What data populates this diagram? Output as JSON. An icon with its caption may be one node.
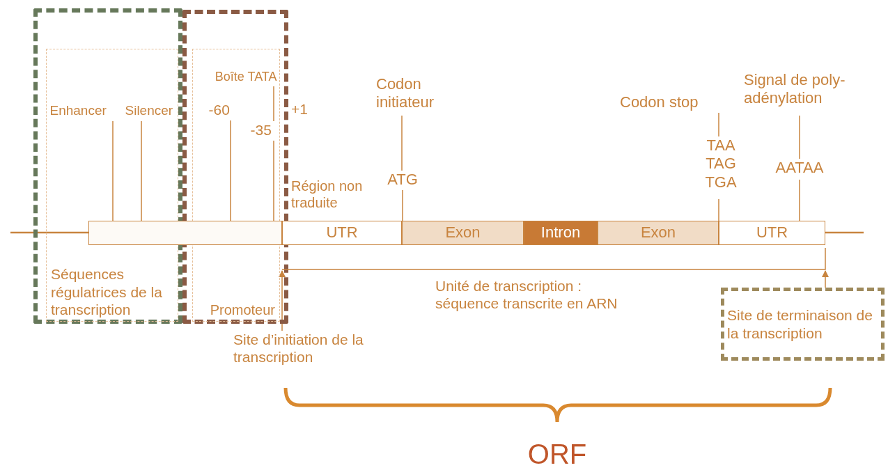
{
  "diagram": {
    "nodes": [
      {
        "text": [],
        "shape": "box"
      },
      {
        "text": [
          "Séquences régulatrices de la transcription"
        ],
        "in": 0
      },
      {
        "text": [
          "Enhancer"
        ],
        "in": 1
      },
      {
        "text": [
          "Silencer"
        ],
        "in": 1
      },
      {
        "text": [],
        "shape": "box"
      },
      {
        "text": [
          "Promoteur"
        ],
        "in": 4
      },
      {
        "text": [
          "-60"
        ],
        "in": 5
      },
      {
        "text": [
          "Boîte TATA"
        ],
        "in": 5
      },
      {
        "text": [
          "-35"
        ],
        "in": 5
      },
      {
        "text": [
          "Codon initiateur"
        ]
      },
      {
        "text": [
          "ATG"
        ]
      },
      {
        "text": [
          "Codon stop"
        ]
      },
      {
        "text": [
          "TAA TAG TGA"
        ]
      },
      {
        "text": [
          "Signal de poly-adénylation"
        ]
      },
      {
        "text": [
          "AATAA"
        ]
      },
      {
        "text": [],
        "shape": "bar"
      },
      {
        "text": [
          "UTR"
        ]
      },
      {
        "text": [
          "Exon"
        ]
      },
      {
        "text": [
          "Intron"
        ]
      },
      {
        "text": [
          "Exon"
        ]
      },
      {
        "text": [
          "UTR"
        ]
      },
      {
        "text": [
          "Site d’initiation de la transcription"
        ]
      },
      {
        "text": [
          "Site de terminaison de la transcription"
        ]
      },
      {
        "text": [],
        "shape": "bracket",
        "beside": [
          "Unité de transcription : séquence transcrite en ARN"
        ]
      }
    ],
    "edges": [
      {
        "from": 2,
        "to": 15,
        "arrow": "none"
      },
      {
        "from": 3,
        "to": 15,
        "arrow": "none"
      },
      {
        "from": 6,
        "to": 15,
        "arrow": "none"
      },
      {
        "from": 7,
        "to": 8,
        "arrow": "none"
      },
      {
        "from": 8,
        "to": 15,
        "arrow": "none"
      },
      {
        "from": 9,
        "to": 10,
        "arrow": "none"
      },
      {
        "from": 10,
        "to": 17,
        "arrow": "none"
      },
      {
        "from": 11,
        "to": 12,
        "arrow": "none"
      },
      {
        "from": 12,
        "to": 20,
        "arrow": "none"
      },
      {
        "from": 13,
        "to": 14,
        "arrow": "none"
      },
      {
        "from": 14,
        "to": 20,
        "arrow": "none"
      },
      {
        "from": 21,
        "to": 23,
        "arrow": "to"
      },
      {
        "from": 22,
        "to": 23,
        "arrow": "to"
      }
    ],
    "labels": [
      "+1",
      "Région non traduite",
      "ORF"
    ]
  }
}
